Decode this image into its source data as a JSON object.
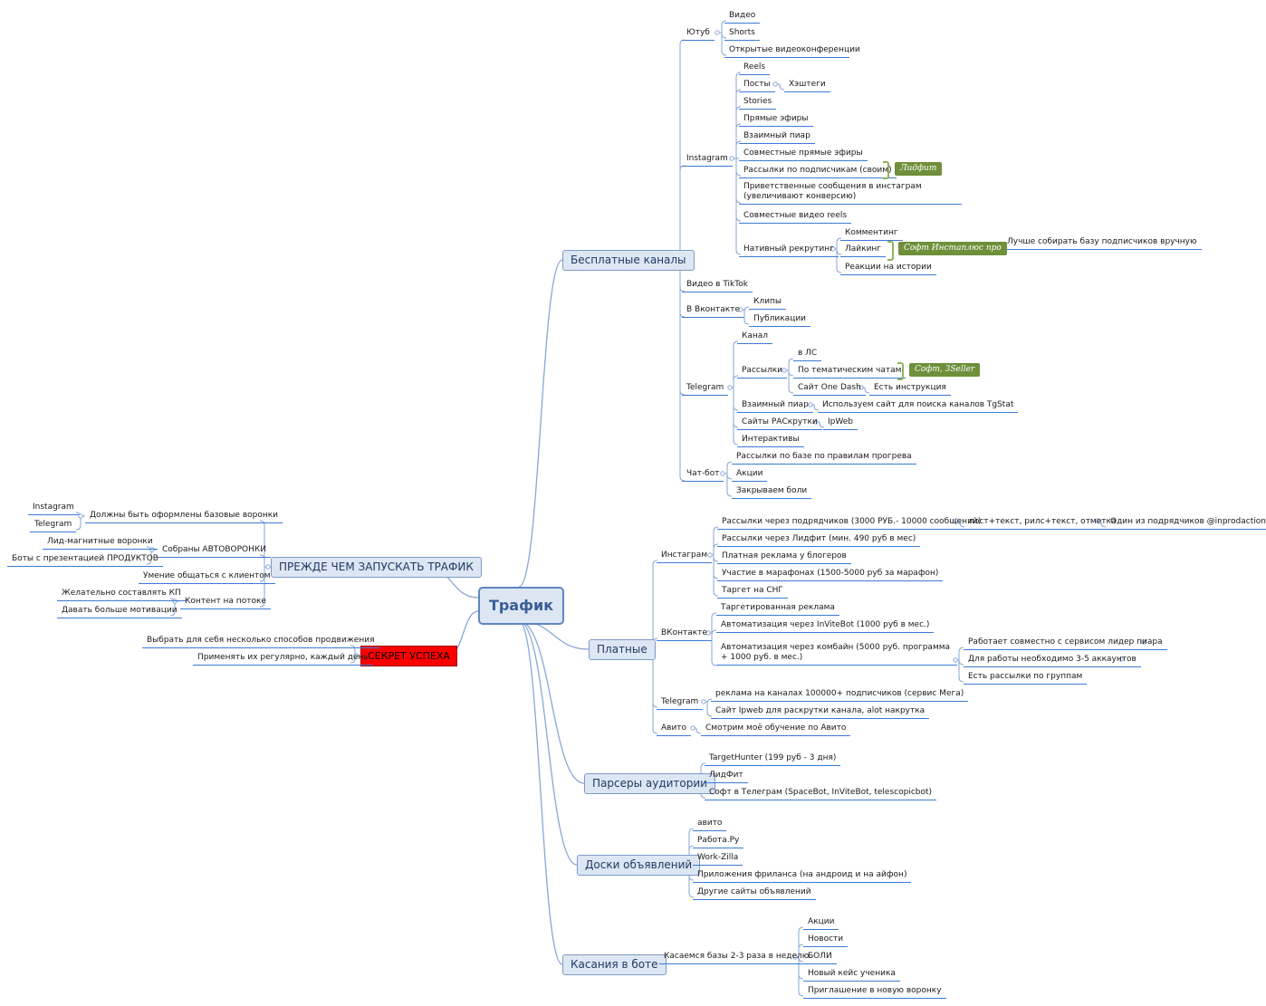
{
  "root": "Трафик",
  "free": {
    "title": "Бесплатные каналы",
    "youtube": {
      "label": "Ютуб",
      "items": [
        "Видео",
        "Shorts",
        "Открытые видеоконференции"
      ]
    },
    "instagram": {
      "label": "Instagram",
      "reels": "Reels",
      "posts": "Посты",
      "hashtags": "Хэштеги",
      "stories": "Stories",
      "live": "Прямые эфиры",
      "mutual": "Взаимный пиар",
      "joint_live": "Совместные прямые эфиры",
      "mailing": "Рассылки по подписчикам (своим)",
      "welcome": "Приветственные сообщения в инстаграм (увеличивают конверсию)",
      "joint_reels": "Совместные видео reels",
      "native": "Нативный рекрутинг",
      "commenting": "Комментинг",
      "liking": "Лайкинг",
      "story_reactions": "Реакции на истории",
      "manual_tip": "Лучше собирать базу подписчиков вручную"
    },
    "tiktok": "Видео в TikTok",
    "vk": {
      "label": "В Вконтакте",
      "items": [
        "Клипы",
        "Публикации"
      ]
    },
    "telegram": {
      "label": "Telegram",
      "channel": "Канал",
      "mailings": "Рассылки",
      "in_dm": "в ЛС",
      "thematic_chats": "По тематическим чатам",
      "one_dash": "Сайт One Dash",
      "instruction": "Есть инструкция",
      "mutual": "Взаимный пиар",
      "tgstat": "Используем сайт для поиска каналов TgStat",
      "promo_sites": "Сайты РАСкрутки",
      "ipweb": "IpWeb",
      "interactives": "Интерактивы"
    },
    "chatbot": {
      "label": "Чат-бот",
      "items": [
        "Рассылки по базе по правилам прогрева",
        "Акции",
        "Закрываем боли"
      ]
    }
  },
  "paid": {
    "title": "Платные",
    "instagram": {
      "label": "Инстаграм",
      "contractors": "Рассылки через подрядчиков (3000 РУБ.- 10000 сообщений)",
      "post_text": "пост+текст, рилс+текст, отметка",
      "contractor_one": "Один из подрядчиков @inprodactionst",
      "lidfit_mailing": "Рассылки через Лидфит (мин. 490 руб в мес)",
      "bloggers": "Платная реклама у блогеров",
      "marathons": "Участие в марафонах (1500-5000 руб за марафон)",
      "cis": "Таргет на СНГ"
    },
    "vk": {
      "label": "ВКонтакте",
      "target": "Таргетированная реклама",
      "invitebot": "Автоматизация через InViteBot (1000 руб в мес.)",
      "combine": "Автоматизация через комбайн (5000 руб. программа + 1000 руб. в мес.)",
      "leader_pr": "Работает совместно с сервисом лидер пиара",
      "accounts": "Для работы необходимо 3-5 аккаунтов",
      "group_mailing": "Есть рассылки по группам"
    },
    "telegram": {
      "label": "Telegram",
      "items": [
        "реклама на каналах 100000+ подписчиков (сервис Мега)",
        "Сайт Ipweb для раскрутки канала, alot накрутка"
      ]
    },
    "avito": {
      "label": "Авито",
      "item": "Смотрим моё обучение по Авито"
    }
  },
  "parsers": {
    "title": "Парсеры аудитории",
    "items": [
      "TargetHunter (199 руб - 3 дня)",
      "ЛидФит",
      "Софт в Телеграм (SpaceBot, InViteBot, telescopicbot)"
    ]
  },
  "boards": {
    "title": "Доски объявлений",
    "items": [
      "авито",
      "Работа.Ру",
      "Work-Zilla",
      "Приложения фриланса (на андроид и на айфон)",
      "Другие сайты объявлений"
    ]
  },
  "bot": {
    "title": "Касания в боте",
    "touch": "Касаемся базы 2-3 раза в неделю",
    "items": [
      "Акции",
      "Новости",
      "БОЛИ",
      "Новый кейс ученика",
      "Приглашение в новую воронку"
    ]
  },
  "before": {
    "title": "ПРЕЖДЕ ЧЕМ ЗАПУСКАТЬ ТРАФИК",
    "funnels": "Должны быть оформлены базовые воронки",
    "instagram": "Instagram",
    "telegram": "Telegram",
    "auto": "Собраны АВТОВОРОНКИ",
    "lead_magnet": "Лид-магнитные воронки",
    "bots": "Боты с презентацией ПРОДУКТОВ",
    "communicate": "Умение общаться с клиентом",
    "content": "Контент на потоке",
    "kp": "Желательно составлять КП",
    "motivation": "Давать больше мотивации"
  },
  "secret": {
    "title": "СЕКРЕТ УСПЕХА",
    "items": [
      "Выбрать для себя несколько способов продвижения",
      "Применять их регулярно, каждый день"
    ]
  },
  "tags": {
    "lidfit": "Лидфит",
    "instaplus": "Софт Инстаплюс про",
    "soft3seller": "Софт, 3Seller"
  },
  "colors": {
    "box_fill": "#dde6f3",
    "line": "#3b7bd6",
    "connector": "#8aa6d6",
    "secret_fill": "#ff0000",
    "tag_fill": "#6f8f3a"
  }
}
